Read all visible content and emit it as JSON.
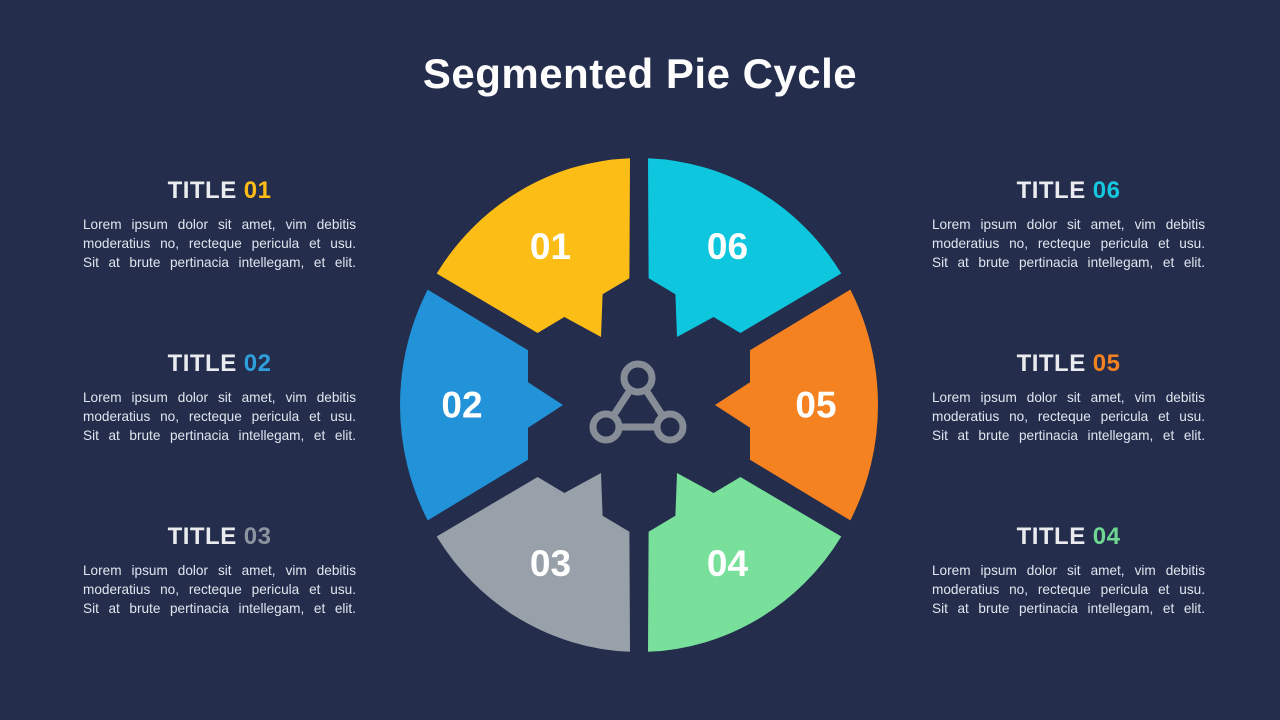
{
  "slide": {
    "title": "Segmented Pie Cycle",
    "background_color": "#242d4b"
  },
  "pie": {
    "center_icon": "molecule-network-icon",
    "icon_color": "#868d96",
    "segments": [
      {
        "number": "01",
        "color": "#fcbd17",
        "angle": 120
      },
      {
        "number": "02",
        "color": "#2292d9",
        "angle": 180
      },
      {
        "number": "03",
        "color": "#98a1aa",
        "angle": 240
      },
      {
        "number": "04",
        "color": "#78e09b",
        "angle": 300
      },
      {
        "number": "05",
        "color": "#f58220",
        "angle": 0
      },
      {
        "number": "06",
        "color": "#0ec6dd",
        "angle": 60
      }
    ]
  },
  "blocks": [
    {
      "title_word": "TITLE",
      "number": "01",
      "accent": "#fdbd16",
      "lines": [
        "Lorem ipsum dolor sit amet, vim debitis",
        "moderatius no, recteque pericula et usu.",
        "Sit at brute pertinacia intellegam, et elit."
      ]
    },
    {
      "title_word": "TITLE",
      "number": "02",
      "accent": "#2f9fdc",
      "lines": [
        "Lorem ipsum dolor sit amet, vim debitis",
        "moderatius no, recteque pericula et usu.",
        "Sit at brute pertinacia intellegam, et elit."
      ]
    },
    {
      "title_word": "TITLE",
      "number": "03",
      "accent": "#8b95a0",
      "lines": [
        "Lorem ipsum dolor sit amet, vim debitis",
        "moderatius no, recteque pericula et usu.",
        "Sit at brute pertinacia intellegam, et elit."
      ]
    },
    {
      "title_word": "TITLE",
      "number": "06",
      "accent": "#15c6df",
      "lines": [
        "Lorem ipsum dolor sit amet, vim debitis",
        "moderatius no, recteque pericula et usu.",
        "Sit at brute pertinacia intellegam, et elit."
      ]
    },
    {
      "title_word": "TITLE",
      "number": "05",
      "accent": "#f58220",
      "lines": [
        "Lorem ipsum dolor sit amet, vim debitis",
        "moderatius no, recteque pericula et usu.",
        "Sit at brute pertinacia intellegam, et elit."
      ]
    },
    {
      "title_word": "TITLE",
      "number": "04",
      "accent": "#6fd794",
      "lines": [
        "Lorem ipsum dolor sit amet, vim debitis",
        "moderatius no, recteque pericula et usu.",
        "Sit at brute pertinacia intellegam, et elit."
      ]
    }
  ]
}
